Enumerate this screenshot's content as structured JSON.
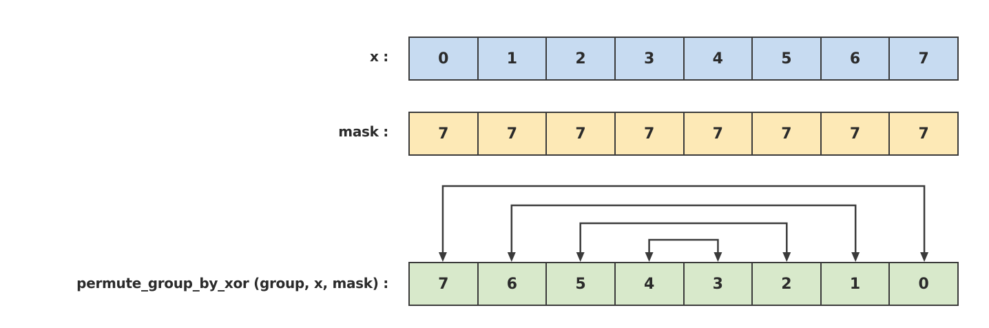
{
  "rows": {
    "x": {
      "label": "x :",
      "values": [
        "0",
        "1",
        "2",
        "3",
        "4",
        "5",
        "6",
        "7"
      ],
      "color": "#c7dbf1"
    },
    "mask": {
      "label": "mask :",
      "values": [
        "7",
        "7",
        "7",
        "7",
        "7",
        "7",
        "7",
        "7"
      ],
      "color": "#fde9b6"
    },
    "result": {
      "label": "permute_group_by_xor (group, x, mask) :",
      "values": [
        "7",
        "6",
        "5",
        "4",
        "3",
        "2",
        "1",
        "0"
      ],
      "color": "#d8e9cb"
    }
  },
  "arrow_pairs": [
    [
      0,
      7
    ],
    [
      1,
      6
    ],
    [
      2,
      5
    ],
    [
      3,
      4
    ]
  ],
  "border_color": "#3a3a3a"
}
